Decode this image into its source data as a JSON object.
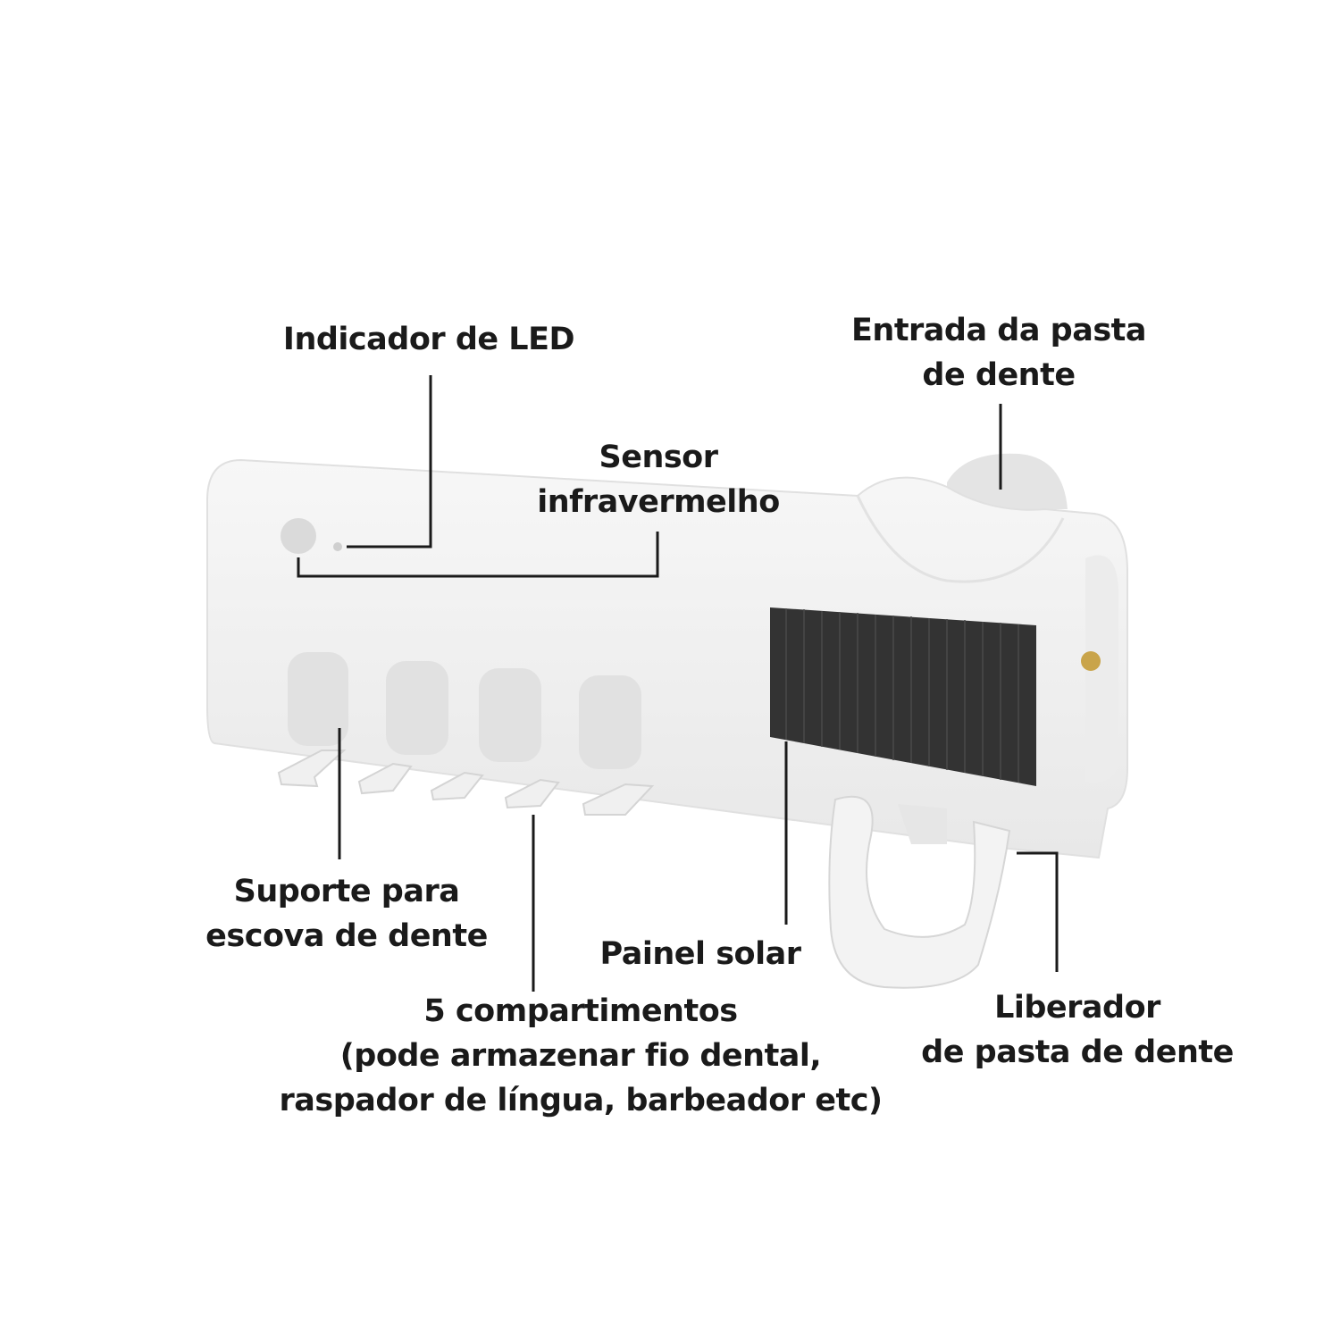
{
  "title": "Toothbrush holder / toothpaste dispenser diagram",
  "labels": {
    "led": {
      "lines": [
        "Indicador de LED"
      ]
    },
    "sensor": {
      "lines": [
        "Sensor",
        "infravermelho"
      ]
    },
    "inlet": {
      "lines": [
        "Entrada da pasta",
        "de dente"
      ]
    },
    "holder": {
      "lines": [
        "Suporte para",
        "escova de dente"
      ]
    },
    "compartments": {
      "lines": [
        "5 compartimentos",
        "(pode armazenar fio dental,",
        "raspador de língua, barbeador etc)"
      ]
    },
    "solar": {
      "lines": [
        "Painel solar"
      ]
    },
    "release": {
      "lines": [
        "Liberador",
        "de pasta de dente"
      ]
    }
  },
  "colors": {
    "body": "#f2f2f2",
    "shadow": "#dcdcdc",
    "solar": "#333333",
    "line": "#1a1a1a",
    "screw": "#c9a44a"
  }
}
